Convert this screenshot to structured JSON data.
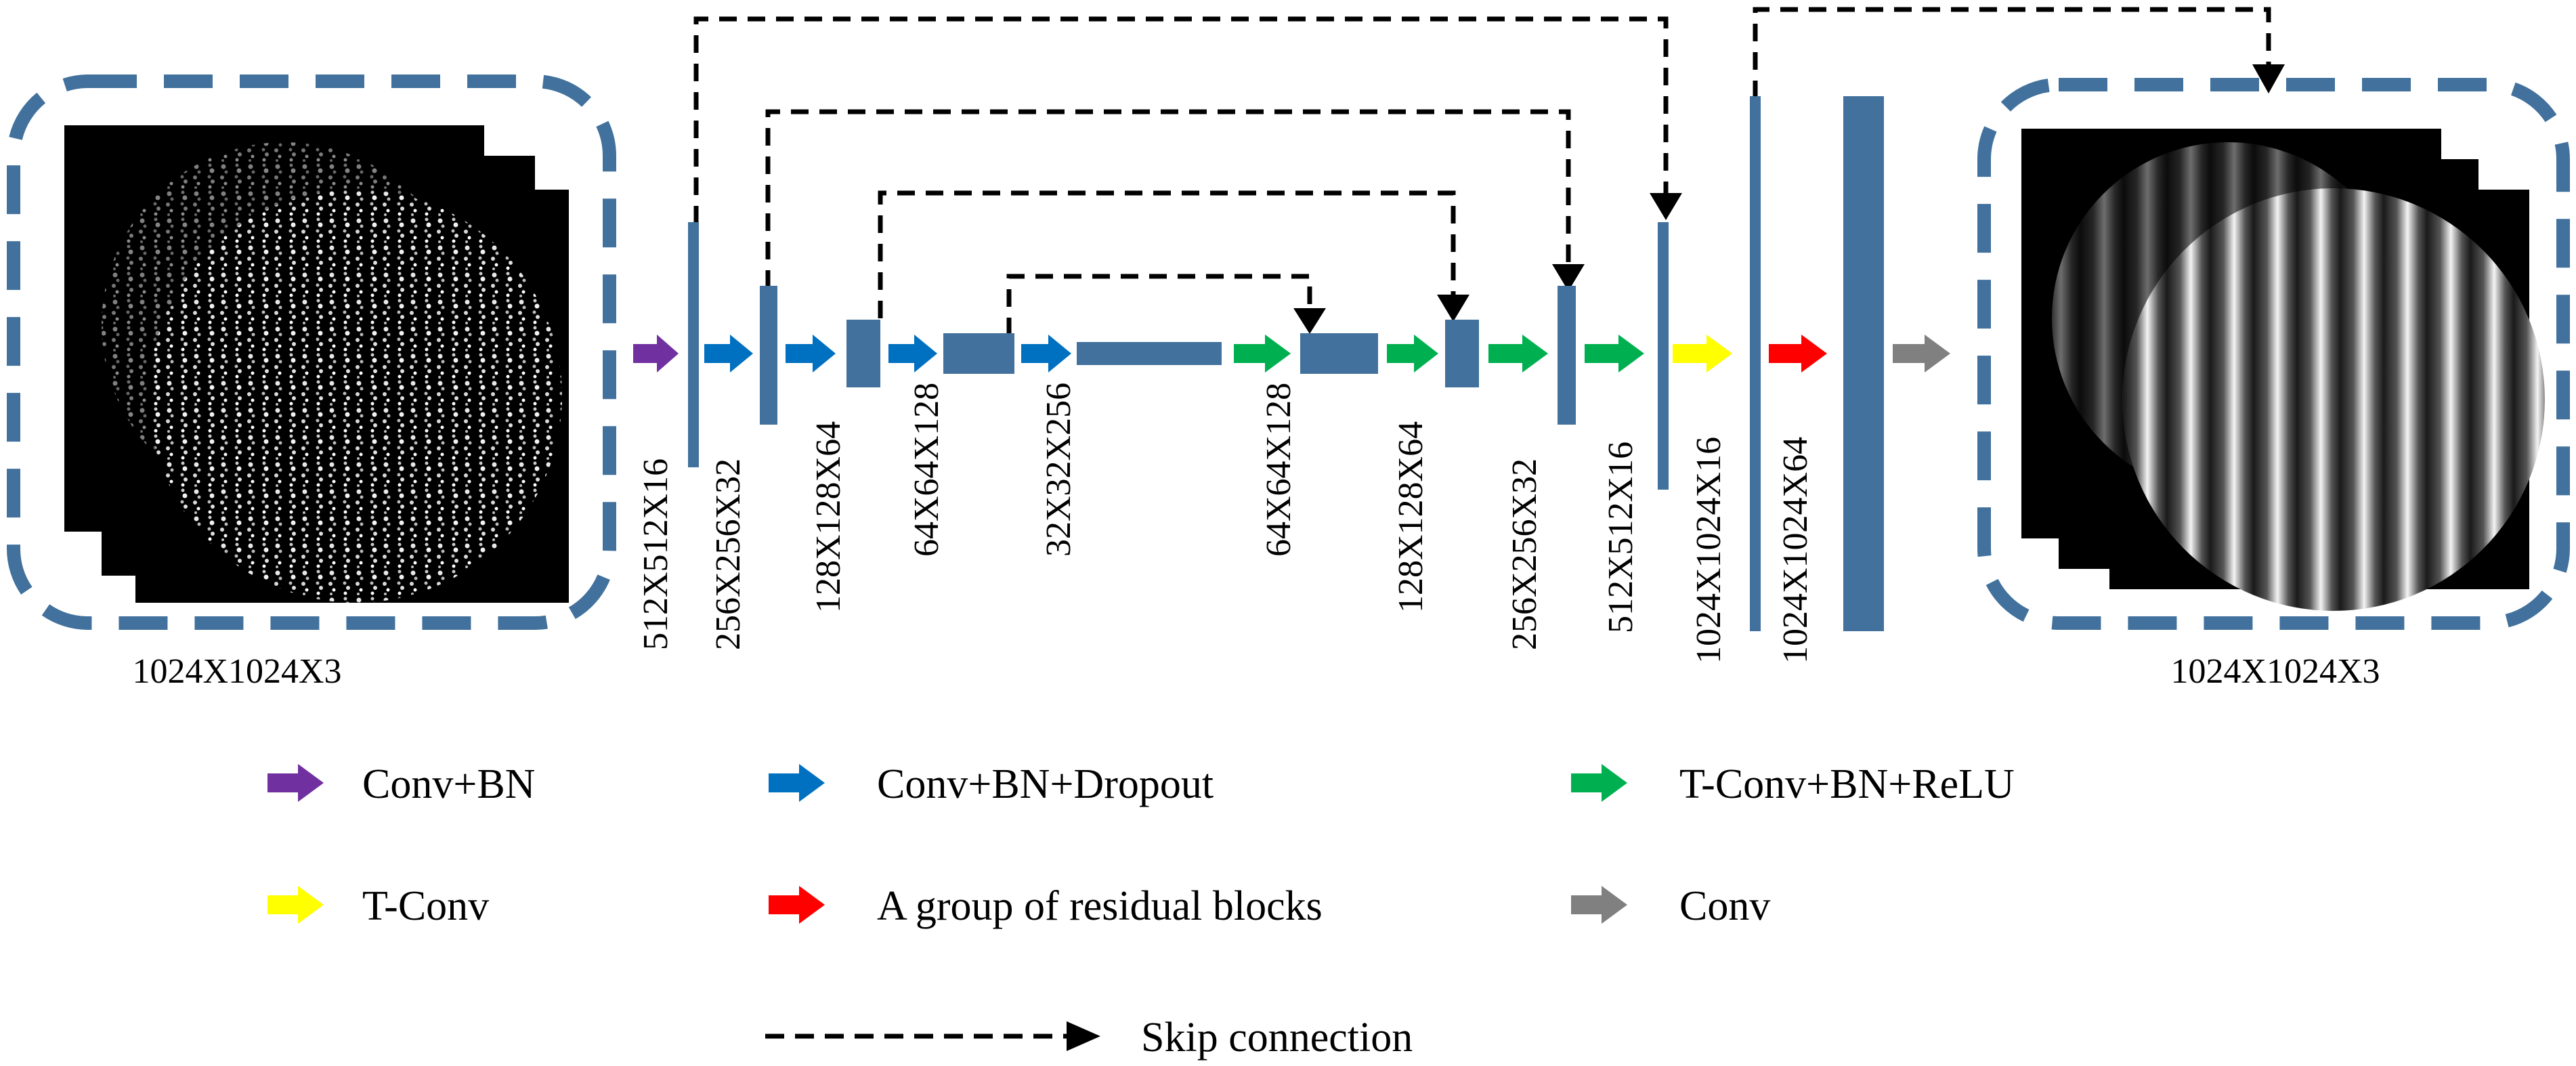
{
  "input_image": {
    "size_label": "1024X1024X3"
  },
  "output_image": {
    "size_label": "1024X1024X3"
  },
  "feature_maps": [
    {
      "label": "512X512X16"
    },
    {
      "label": "256X256X32"
    },
    {
      "label": "128X128X64"
    },
    {
      "label": "64X64X128"
    },
    {
      "label": "32X32X256"
    },
    {
      "label": "64X64X128"
    },
    {
      "label": "128X128X64"
    },
    {
      "label": "256X256X32"
    },
    {
      "label": "512X512X16"
    },
    {
      "label": "1024X1024X16"
    },
    {
      "label": "1024X1024X64"
    }
  ],
  "legend": {
    "conv_bn": {
      "label": "Conv+BN",
      "color": "#7030a0"
    },
    "conv_bn_dropout": {
      "label": "Conv+BN+Dropout",
      "color": "#0070c0"
    },
    "tconv_bn_relu": {
      "label": "T-Conv+BN+ReLU",
      "color": "#00b050"
    },
    "tconv": {
      "label": "T-Conv",
      "color": "#ffff00"
    },
    "residual": {
      "label": "A group of residual blocks",
      "color": "#ff0000"
    },
    "conv": {
      "label": "Conv",
      "color": "#808080"
    },
    "skip": {
      "label": "Skip connection"
    }
  },
  "colors": {
    "block": "#41719c",
    "frame": "#41719c"
  }
}
